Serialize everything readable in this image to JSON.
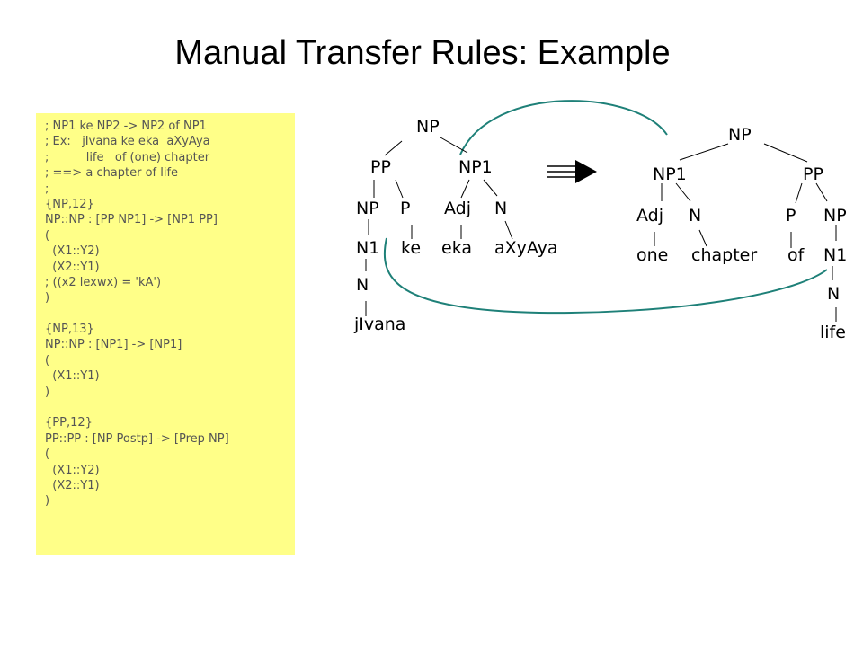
{
  "title": "Manual Transfer Rules: Example",
  "rules_panel": {
    "lines": [
      "; NP1 ke NP2 -> NP2 of NP1",
      "; Ex:   jIvana ke eka  aXyAya",
      ";          life   of (one) chapter",
      "; ==> a chapter of life",
      ";",
      "{NP,12}",
      "NP::NP : [PP NP1] -> [NP1 PP]",
      "(",
      "  (X1::Y2)",
      "  (X2::Y1)",
      "; ((x2 lexwx) = 'kA')",
      ")",
      "",
      "{NP,13}",
      "NP::NP : [NP1] -> [NP1]",
      "(",
      "  (X1::Y1)",
      ")",
      "",
      "{PP,12}",
      "PP::PP : [NP Postp] -> [Prep NP]",
      "(",
      "  (X1::Y2)",
      "  (X2::Y1)",
      ")"
    ]
  },
  "source_tree": {
    "np": "NP",
    "pp": "PP",
    "np1": "NP1",
    "np_inner": "NP",
    "p": "P",
    "adj": "Adj",
    "n": "N",
    "n1": "N1",
    "ke": "ke",
    "eka": "eka",
    "axyaya": "aXyAya",
    "n_low": "N",
    "jivana": "jIvana"
  },
  "target_tree": {
    "np": "NP",
    "np1": "NP1",
    "pp": "PP",
    "adj": "Adj",
    "n": "N",
    "p": "P",
    "np_inner": "NP",
    "one": "one",
    "chapter": "chapter",
    "of": "of",
    "n1": "N1",
    "n_low": "N",
    "life": "life"
  },
  "colors": {
    "panel": "#ffff88",
    "curve": "#1e8078",
    "text": "#000000",
    "rule_text": "#555555"
  }
}
